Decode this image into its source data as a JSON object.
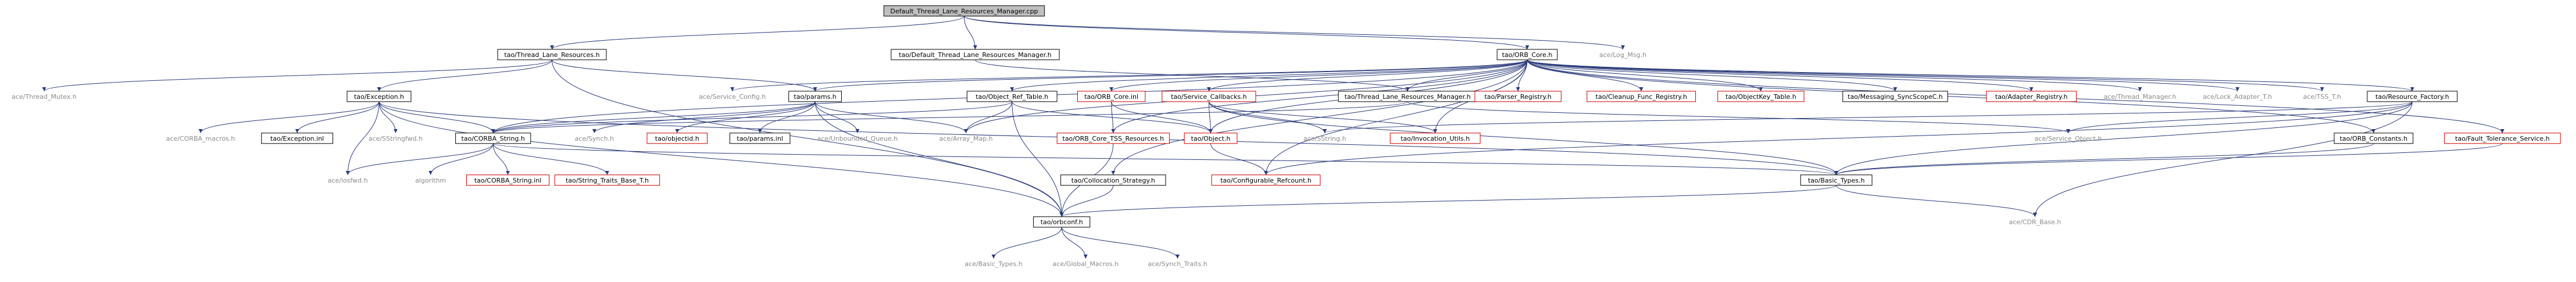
{
  "nodes": [
    {
      "id": "root",
      "label": "Default_Thread_Lane_Resources_Manager.cpp",
      "style": "root"
    },
    {
      "id": "tlr_h",
      "label": "tao/Thread_Lane_Resources.h",
      "style": "black"
    },
    {
      "id": "dtlrm_h",
      "label": "tao/Default_Thread_Lane_Resources_Manager.h",
      "style": "black"
    },
    {
      "id": "orb_core_h",
      "label": "tao/ORB_Core.h",
      "style": "black"
    },
    {
      "id": "log_msg_h",
      "label": "ace/Log_Msg.h",
      "style": "plain"
    },
    {
      "id": "thread_mutex_h",
      "label": "ace/Thread_Mutex.h",
      "style": "plain"
    },
    {
      "id": "exception_h",
      "label": "tao/Exception.h",
      "style": "black"
    },
    {
      "id": "service_config_h",
      "label": "ace/Service_Config.h",
      "style": "plain"
    },
    {
      "id": "params_h",
      "label": "tao/params.h",
      "style": "black"
    },
    {
      "id": "orb_core_inl",
      "label": "tao/ORB_Core.inl",
      "style": "red"
    },
    {
      "id": "object_ref_table_h",
      "label": "tao/Object_Ref_Table.h",
      "style": "black"
    },
    {
      "id": "service_callbacks_h",
      "label": "tao/Service_Callbacks.h",
      "style": "red"
    },
    {
      "id": "tlrm_h",
      "label": "tao/Thread_Lane_Resources_Manager.h",
      "style": "black"
    },
    {
      "id": "parser_registry_h",
      "label": "tao/Parser_Registry.h",
      "style": "red"
    },
    {
      "id": "cleanup_func_registry_h",
      "label": "tao/Cleanup_Func_Registry.h",
      "style": "red"
    },
    {
      "id": "objectkey_table_h",
      "label": "tao/ObjectKey_Table.h",
      "style": "red"
    },
    {
      "id": "messaging_syncscopec_h",
      "label": "tao/Messaging_SyncScopeC.h",
      "style": "black"
    },
    {
      "id": "adapter_registry_h",
      "label": "tao/Adapter_Registry.h",
      "style": "red"
    },
    {
      "id": "thread_manager_h",
      "label": "ace/Thread_Manager.h",
      "style": "plain"
    },
    {
      "id": "lock_adapter_t_h",
      "label": "ace/Lock_Adapter_T.h",
      "style": "plain"
    },
    {
      "id": "tss_t_h",
      "label": "ace/TSS_T.h",
      "style": "plain"
    },
    {
      "id": "resource_factory_h",
      "label": "tao/Resource_Factory.h",
      "style": "black"
    },
    {
      "id": "corba_macros_h",
      "label": "ace/CORBA_macros.h",
      "style": "plain"
    },
    {
      "id": "exception_inl",
      "label": "tao/Exception.inl",
      "style": "black"
    },
    {
      "id": "sstringfwd_h",
      "label": "ace/SStringfwd.h",
      "style": "plain"
    },
    {
      "id": "corba_string_h",
      "label": "tao/CORBA_String.h",
      "style": "black"
    },
    {
      "id": "synch_h",
      "label": "ace/Synch.h",
      "style": "plain"
    },
    {
      "id": "objectid_h",
      "label": "tao/objectid.h",
      "style": "red"
    },
    {
      "id": "params_inl",
      "label": "tao/params.inl",
      "style": "black"
    },
    {
      "id": "unbounded_queue_h",
      "label": "ace/Unbounded_Queue.h",
      "style": "plain"
    },
    {
      "id": "array_map_h",
      "label": "ace/Array_Map.h",
      "style": "plain"
    },
    {
      "id": "orb_core_tss_resources_h",
      "label": "tao/ORB_Core_TSS_Resources.h",
      "style": "red"
    },
    {
      "id": "object_h",
      "label": "tao/Object.h",
      "style": "red"
    },
    {
      "id": "sstring_h",
      "label": "ace/SString.h",
      "style": "plain"
    },
    {
      "id": "invocation_utils_h",
      "label": "tao/Invocation_Utils.h",
      "style": "red"
    },
    {
      "id": "service_object_h",
      "label": "ace/Service_Object.h",
      "style": "plain"
    },
    {
      "id": "orb_constants_h",
      "label": "tao/ORB_Constants.h",
      "style": "black"
    },
    {
      "id": "fault_tolerance_service_h",
      "label": "tao/Fault_Tolerance_Service.h",
      "style": "red"
    },
    {
      "id": "iosfwd_h",
      "label": "ace/iosfwd.h",
      "style": "plain"
    },
    {
      "id": "algorithm",
      "label": "algorithm",
      "style": "plain"
    },
    {
      "id": "corba_string_inl",
      "label": "tao/CORBA_String.inl",
      "style": "red"
    },
    {
      "id": "string_traits_base_t_h",
      "label": "tao/String_Traits_Base_T.h",
      "style": "red"
    },
    {
      "id": "collocation_strategy_h",
      "label": "tao/Collocation_Strategy.h",
      "style": "black"
    },
    {
      "id": "configurable_refcount_h",
      "label": "tao/Configurable_Refcount.h",
      "style": "red"
    },
    {
      "id": "basic_types_h",
      "label": "tao/Basic_Types.h",
      "style": "black"
    },
    {
      "id": "cdr_base_h",
      "label": "ace/CDR_Base.h",
      "style": "plain"
    },
    {
      "id": "orbconf_h",
      "label": "tao/orbconf.h",
      "style": "black"
    },
    {
      "id": "ace_basic_types_h",
      "label": "ace/Basic_Types.h",
      "style": "plain"
    },
    {
      "id": "global_macros_h",
      "label": "ace/Global_Macros.h",
      "style": "plain"
    },
    {
      "id": "synch_traits_h",
      "label": "ace/Synch_Traits.h",
      "style": "plain"
    }
  ],
  "edges": [
    [
      "root",
      "tlr_h"
    ],
    [
      "root",
      "dtlrm_h"
    ],
    [
      "root",
      "orb_core_h"
    ],
    [
      "root",
      "log_msg_h"
    ],
    [
      "tlr_h",
      "thread_mutex_h"
    ],
    [
      "tlr_h",
      "exception_h"
    ],
    [
      "tlr_h",
      "params_h"
    ],
    [
      "tlr_h",
      "orbconf_h"
    ],
    [
      "dtlrm_h",
      "tlrm_h"
    ],
    [
      "orb_core_h",
      "service_config_h"
    ],
    [
      "orb_core_h",
      "params_h"
    ],
    [
      "orb_core_h",
      "orb_core_inl"
    ],
    [
      "orb_core_h",
      "object_ref_table_h"
    ],
    [
      "orb_core_h",
      "service_callbacks_h"
    ],
    [
      "orb_core_h",
      "tlrm_h"
    ],
    [
      "orb_core_h",
      "parser_registry_h"
    ],
    [
      "orb_core_h",
      "cleanup_func_registry_h"
    ],
    [
      "orb_core_h",
      "objectkey_table_h"
    ],
    [
      "orb_core_h",
      "messaging_syncscopec_h"
    ],
    [
      "orb_core_h",
      "adapter_registry_h"
    ],
    [
      "orb_core_h",
      "thread_manager_h"
    ],
    [
      "orb_core_h",
      "lock_adapter_t_h"
    ],
    [
      "orb_core_h",
      "tss_t_h"
    ],
    [
      "orb_core_h",
      "resource_factory_h"
    ],
    [
      "orb_core_h",
      "orb_constants_h"
    ],
    [
      "orb_core_h",
      "fault_tolerance_service_h"
    ],
    [
      "orb_core_h",
      "invocation_utils_h"
    ],
    [
      "orb_core_h",
      "collocation_strategy_h"
    ],
    [
      "orb_core_h",
      "object_h"
    ],
    [
      "orb_core_h",
      "array_map_h"
    ],
    [
      "orb_core_h",
      "orb_core_tss_resources_h"
    ],
    [
      "orb_core_h",
      "corba_string_h"
    ],
    [
      "orb_core_h",
      "configurable_refcount_h"
    ],
    [
      "exception_h",
      "corba_macros_h"
    ],
    [
      "exception_h",
      "exception_inl"
    ],
    [
      "exception_h",
      "sstringfwd_h"
    ],
    [
      "exception_h",
      "corba_string_h"
    ],
    [
      "exception_h",
      "iosfwd_h"
    ],
    [
      "exception_h",
      "orbconf_h"
    ],
    [
      "exception_h",
      "basic_types_h"
    ],
    [
      "params_h",
      "corba_string_h"
    ],
    [
      "params_h",
      "synch_h"
    ],
    [
      "params_h",
      "objectid_h"
    ],
    [
      "params_h",
      "params_inl"
    ],
    [
      "params_h",
      "unbounded_queue_h"
    ],
    [
      "params_h",
      "array_map_h"
    ],
    [
      "params_h",
      "orbconf_h"
    ],
    [
      "object_ref_table_h",
      "corba_string_h"
    ],
    [
      "object_ref_table_h",
      "array_map_h"
    ],
    [
      "object_ref_table_h",
      "object_h"
    ],
    [
      "object_ref_table_h",
      "orbconf_h"
    ],
    [
      "orb_core_inl",
      "orb_core_tss_resources_h"
    ],
    [
      "orb_core_inl",
      "object_h"
    ],
    [
      "service_callbacks_h",
      "object_h"
    ],
    [
      "service_callbacks_h",
      "sstring_h"
    ],
    [
      "service_callbacks_h",
      "invocation_utils_h"
    ],
    [
      "service_callbacks_h",
      "basic_types_h"
    ],
    [
      "tlrm_h",
      "corba_string_h"
    ],
    [
      "tlrm_h",
      "service_object_h"
    ],
    [
      "resource_factory_h",
      "service_object_h"
    ],
    [
      "resource_factory_h",
      "sstring_h"
    ],
    [
      "resource_factory_h",
      "basic_types_h"
    ],
    [
      "resource_factory_h",
      "cdr_base_h"
    ],
    [
      "resource_factory_h",
      "configurable_refcount_h"
    ],
    [
      "orb_constants_h",
      "basic_types_h"
    ],
    [
      "fault_tolerance_service_h",
      "basic_types_h"
    ],
    [
      "corba_string_h",
      "iosfwd_h"
    ],
    [
      "corba_string_h",
      "algorithm"
    ],
    [
      "corba_string_h",
      "corba_string_inl"
    ],
    [
      "corba_string_h",
      "string_traits_base_t_h"
    ],
    [
      "corba_string_h",
      "basic_types_h"
    ],
    [
      "object_h",
      "configurable_refcount_h"
    ],
    [
      "orb_core_tss_resources_h",
      "orbconf_h"
    ],
    [
      "collocation_strategy_h",
      "orbconf_h"
    ],
    [
      "basic_types_h",
      "orbconf_h"
    ],
    [
      "basic_types_h",
      "cdr_base_h"
    ],
    [
      "orbconf_h",
      "ace_basic_types_h"
    ],
    [
      "orbconf_h",
      "global_macros_h"
    ],
    [
      "orbconf_h",
      "synch_traits_h"
    ]
  ]
}
